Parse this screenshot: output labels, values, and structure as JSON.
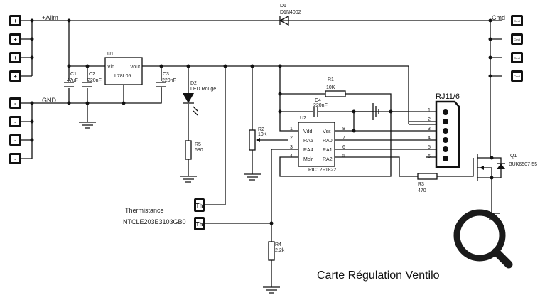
{
  "title": "Carte Régulation Ventilo",
  "nets": {
    "power": "+Alim",
    "ground": "GND",
    "command": "Cmd"
  },
  "terminals": {
    "plus": [
      "+",
      "+",
      "+",
      "+"
    ],
    "minus": [
      "-",
      "-",
      "-",
      "-"
    ],
    "cmd": [
      "Cmd",
      "Cmd",
      "Cmd",
      "Cmd"
    ],
    "thermistor": [
      "Th",
      "Th"
    ]
  },
  "components": {
    "D1": {
      "ref": "D1",
      "value": "D1N4002"
    },
    "U1": {
      "ref": "U1",
      "value": "L78L05",
      "pin_in": "Vin",
      "pin_out": "Vout"
    },
    "C1": {
      "ref": "C1",
      "value": "47uF"
    },
    "C2": {
      "ref": "C2",
      "value": "220nF"
    },
    "C3": {
      "ref": "C3",
      "value": "220nF"
    },
    "C4": {
      "ref": "C4",
      "value": "220nF"
    },
    "D2": {
      "ref": "D2",
      "value": "LED Rouge"
    },
    "R5": {
      "ref": "R5",
      "value": "680"
    },
    "R1": {
      "ref": "R1",
      "value": "10K"
    },
    "R2": {
      "ref": "R2",
      "value": "10K"
    },
    "R3": {
      "ref": "R3",
      "value": "470"
    },
    "R4": {
      "ref": "R4",
      "value": "2.2k"
    },
    "U2": {
      "ref": "U2",
      "value": "PIC12F1822",
      "left_pins": [
        {
          "num": "1",
          "name": "Vdd"
        },
        {
          "num": "2",
          "name": "RA5"
        },
        {
          "num": "3",
          "name": "RA4"
        },
        {
          "num": "4",
          "name": "Mclr"
        }
      ],
      "right_pins": [
        {
          "num": "8",
          "name": "Vss"
        },
        {
          "num": "7",
          "name": "RA0"
        },
        {
          "num": "6",
          "name": "RA1"
        },
        {
          "num": "5",
          "name": "RA2"
        }
      ]
    },
    "J1": {
      "ref": "RJ11/6",
      "pins": [
        "1",
        "2",
        "3",
        "4",
        "5",
        "6"
      ]
    },
    "Q1": {
      "ref": "Q1",
      "value": "BUK6507-55"
    }
  },
  "thermistor_label": {
    "line1": "Thermistance",
    "line2": "NTCLE203E3103GB0"
  },
  "overlay": {
    "icon": "magnifier-icon"
  }
}
